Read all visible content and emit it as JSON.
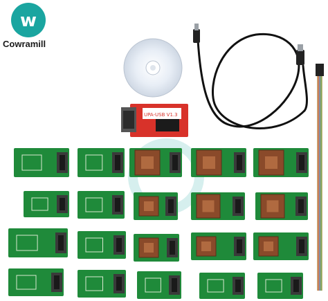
{
  "brand": {
    "logo_letter": "w",
    "name": "Cowramill",
    "logo_color": "#1aa5a0"
  },
  "programmer": {
    "label": "UPA-USB V1.3"
  },
  "colors": {
    "pcb_green": "#1f8a3a",
    "pcb_red": "#d8322a",
    "cable_black": "#111111",
    "ribbon": "#c9b27a"
  },
  "adapters": {
    "count": 20
  }
}
